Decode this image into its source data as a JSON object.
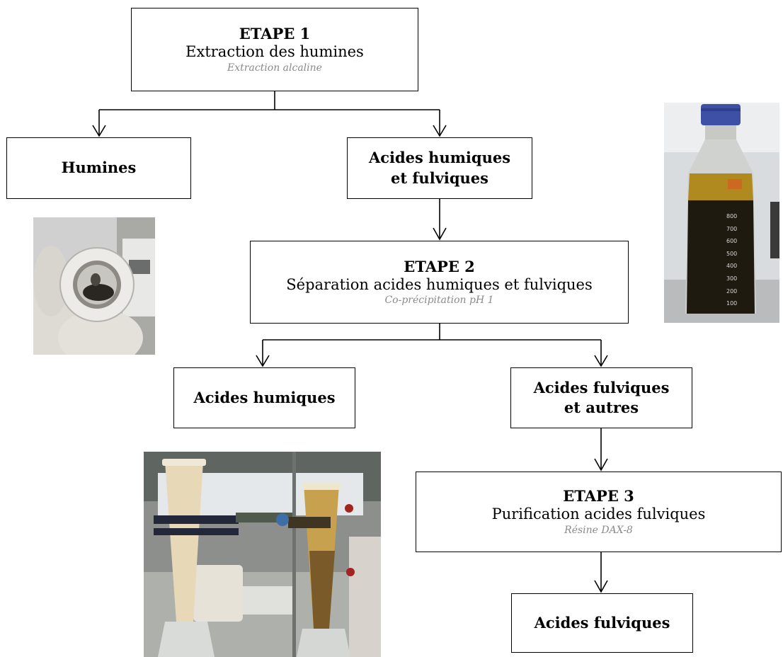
{
  "steps": [
    {
      "title": "ETAPE 1",
      "description": "Extraction des humines",
      "method": "Extraction alcaline"
    },
    {
      "title": "ETAPE 2",
      "description": "Séparation acides humiques et fulviques",
      "method": "Co-précipitation pH 1"
    },
    {
      "title": "ETAPE 3",
      "description": "Purification acides fulviques",
      "method": "Résine DAX-8"
    }
  ],
  "results": {
    "humines": "Humines",
    "humic_fulvic": [
      "Acides humiques",
      "et fulviques"
    ],
    "humic": "Acides humiques",
    "fulvic_others": [
      "Acides fulviques",
      "et autres"
    ],
    "fulvic": "Acides fulviques"
  },
  "bottle_labels": [
    "800",
    "700",
    "600",
    "500",
    "400",
    "300",
    "200",
    "100"
  ],
  "colors": {
    "line": "#000000",
    "method_text": "#8a8a8a",
    "bottle_liquid": "#1e1a10",
    "bottle_top": "#b08a1e",
    "cap": "#3d50a6"
  }
}
